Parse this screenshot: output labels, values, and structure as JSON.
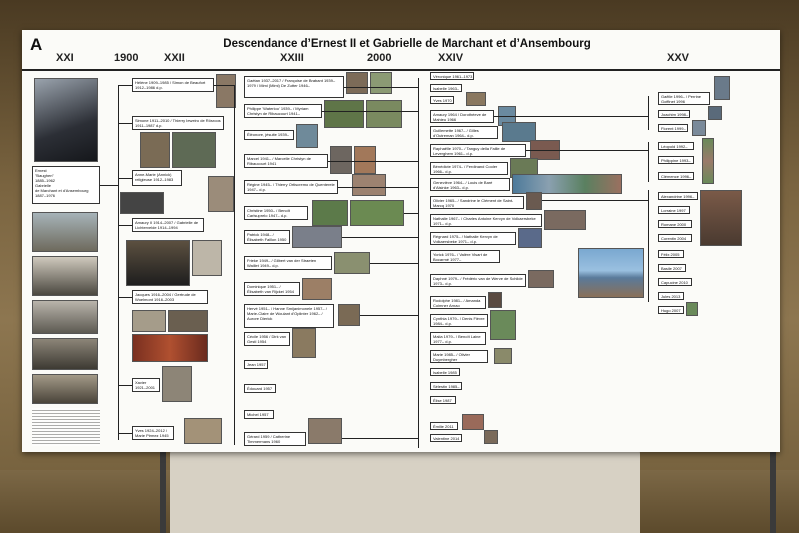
{
  "board": {
    "panel_letter": "A",
    "title": "Descendance d’Ernest II et Gabrielle de Marchant et d’Ansembourg",
    "generations": [
      "XXI",
      "1900",
      "XXII",
      "XXIII",
      "2000",
      "XXIV",
      "XXV"
    ],
    "root": {
      "line1": "Ernest",
      "line2": "\"Baughen\"",
      "line3": "1885–1962",
      "line4": "Gabrielle",
      "line5": "de Marchant et d'Ansembourg",
      "line6": "1887–1976"
    },
    "gen22": [
      {
        "text": "Hélène 1909–1985 / Simon de Beaufort 1912–1986 d.p."
      },
      {
        "text": "Simone 1911–2010 / Thierry Ieweiro de Rôsroos 1911–1987 d.p."
      },
      {
        "text": "Anne-Marie (Annick) religieuse 1912–1983"
      },
      {
        "text": "Amaury II 1914–2007 / Gabrielle de Lichtervelde 1914–1994"
      },
      {
        "text": "Jacques 1916–2004 / Gertrude de Woelmont 1916–2003"
      },
      {
        "text": "Xavier 1921–2001"
      },
      {
        "text": "Yves 1924–2012 / Marie Pirmez 1945"
      }
    ],
    "gen23": [
      {
        "text": "Gaétan 1937–2017 / Françoise de Brabant 1939–1979 / Mimi (Mimi) De Zutter 1946–"
      },
      {
        "text": "Philippe 'Waterloo' 1939– / Myriam Christyn de Ribaucourt 1941–"
      },
      {
        "text": "Éléonore, jésuite 1939–"
      },
      {
        "text": "Marcel 1941– / Marcelle Christyn de Ribaucourt 1941"
      },
      {
        "text": "Régine 1945– / Thierry Ortiscremo de Quenterele 1947– d.p."
      },
      {
        "text": "Christine 1950– / Benoît Carlsuprelo 1947– d.p."
      },
      {
        "text": "Patrick 1948– / Élisabeth Faillon 1950"
      },
      {
        "text": "Frieke 1949– / Gilbert van der Straeten Waillet 1949– d.p."
      },
      {
        "text": "Dominique 1951– / Élisabeth van Rijckei 1954"
      },
      {
        "text": "Hervé 1951– / Hanne Smijanimonele 1957– / Marie-Claire de Woulant d'Oplinter 1962– / Aurore Dierick"
      },
      {
        "text": "Cécile 1956 / Dirk van Gestl 1954"
      },
      {
        "text": "Jean 1957"
      },
      {
        "text": "Édouard 1957"
      },
      {
        "text": "Michel 1957"
      },
      {
        "text": "Gérard 1959 / Catherine Timmermans 1960"
      }
    ],
    "gen24": [
      {
        "text": "Véronique 1961–1973"
      },
      {
        "text": "Isabelle 1963–"
      },
      {
        "text": "Yves 1970"
      },
      {
        "text": "Amaury 1964 / Dorothéeve de Mahieu 1966"
      },
      {
        "text": "Guillemette 1967– / Gilles d'Outreman 1964– d.p."
      },
      {
        "text": "Raphaëlle 1970– / Tanguy della Faille de Leverghem 1961– d.p."
      },
      {
        "text": "Bénédicte 1974– / Ferdinand Cooler 1966– d.p."
      },
      {
        "text": "Geneviève 1964– / Louis de Baré d'Alsinke 1963– d.p."
      },
      {
        "text": "Olivier 1965– / Sandrine le Clément de Saint-Marcq 1970"
      },
      {
        "text": "Nathalie 1967– / Charles Antoine Kervyn de Volkaersbeke 1971– d.p."
      },
      {
        "text": "Régnard 1975– / Nathalie Kervyn de Volkaersbeke 1971– d.p."
      },
      {
        "text": "Yorick 1976– / Valère Visart de Bocarmé 1977–"
      },
      {
        "text": "Daphné 1979– / Frédéric van de Werve de Schilde 1973– d.p."
      },
      {
        "text": "Rodolphe 1981– / Amanda Coimner Arnao"
      },
      {
        "text": "Cynthia 1979– / Denis Fièvre 1984– d.p."
      },
      {
        "text": "Malia 1979– / Benoît Laine 1977– d.p."
      },
      {
        "text": "Marie 1985– / Olivier Duymbergher"
      },
      {
        "text": "Isabelle 1985"
      },
      {
        "text": "Sélestin 1985–"
      },
      {
        "text": "Élise 1987"
      },
      {
        "text": "Émilie 2011"
      },
      {
        "text": "Valentine 2014"
      }
    ],
    "gen25": [
      {
        "text": "Gaëlle 1996– / Perrine Goffinet 1996"
      },
      {
        "text": "Joachim 1998–"
      },
      {
        "text": "Florent 1999–"
      },
      {
        "text": "Léopold 1992–"
      },
      {
        "text": "Philippine 1993–"
      },
      {
        "text": "Clémence 1996–"
      },
      {
        "text": "Alexandrine 1996–"
      },
      {
        "text": "Lorraine 1997"
      },
      {
        "text": "Romane 2000"
      },
      {
        "text": "Corentin 2004"
      },
      {
        "text": "Félix 2005"
      },
      {
        "text": "Basile 2007"
      },
      {
        "text": "Capucine 2010"
      },
      {
        "text": "Jules 2013"
      },
      {
        "text": "Hugo 2007"
      }
    ]
  }
}
